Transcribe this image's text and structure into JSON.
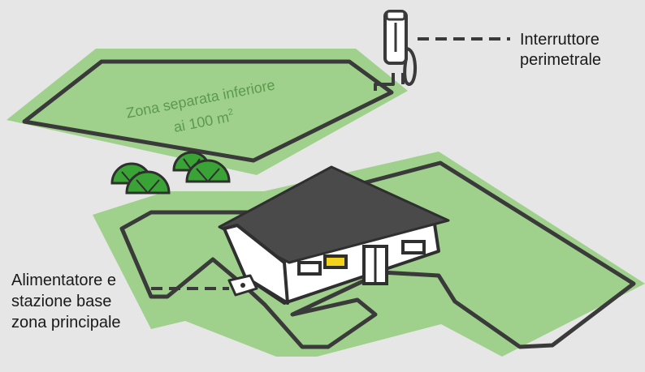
{
  "zone_label": {
    "line1": "Zona separata inferiore",
    "line2_prefix": "ai 100 m",
    "line2_sup": "2"
  },
  "callout_switch": {
    "line1": "Interruttore",
    "line2": "perimetrale"
  },
  "callout_station": {
    "line1": "Alimentatore e",
    "line2": "stazione base",
    "line3": "zona principale"
  },
  "colors": {
    "background": "#e6e6e6",
    "lawn": "#9fd18c",
    "wire": "#3a3a3a",
    "roof": "#4a4a4a",
    "bush": "#3aa335",
    "window_lit": "#f2d21b",
    "label_text": "#1a1a1a",
    "zone_text": "#5b9a4e"
  }
}
